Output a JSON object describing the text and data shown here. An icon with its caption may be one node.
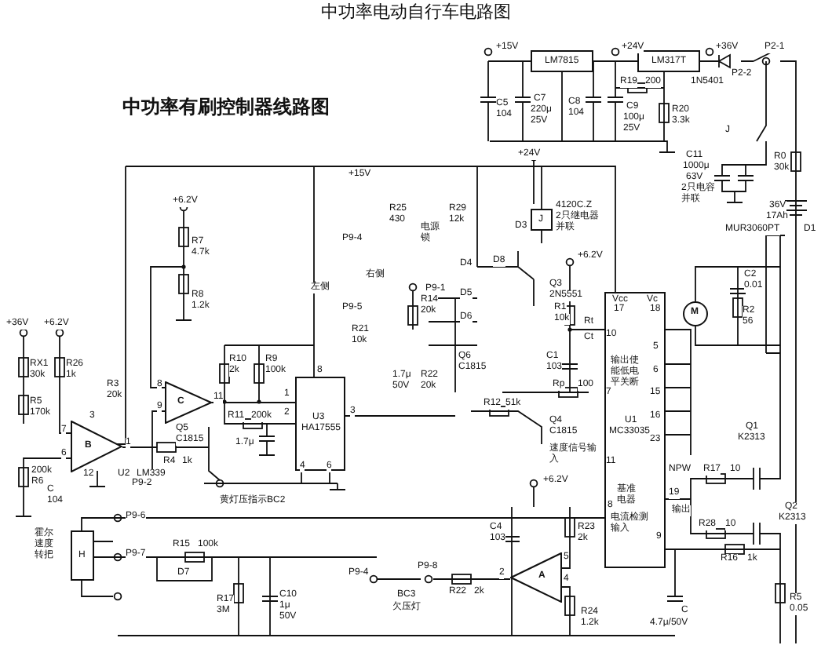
{
  "diagram": {
    "title": "中功率电动自行车电路图",
    "nodes": [
      {
        "text": [
          "LM7815"
        ]
      },
      {
        "text": [
          "LM317T"
        ]
      },
      {
        "text": [
          "J"
        ]
      },
      {
        "text": [
          "U3",
          "HA17555"
        ]
      },
      {
        "text": [
          "Vcc",
          "Vc",
          "输出使能低电平关断",
          "U1",
          "MC33035",
          "基准电器",
          "电流检测输入"
        ]
      },
      {
        "text": [
          "C"
        ]
      },
      {
        "text": [
          "B"
        ]
      },
      {
        "text": [
          "A"
        ]
      },
      {
        "text": [
          "H"
        ]
      },
      {
        "text": [
          "M"
        ]
      }
    ],
    "edges": [
      {
        "from": 0,
        "to": 1,
        "arrow": "none"
      },
      {
        "from": 5,
        "to": 3,
        "arrow": "none"
      }
    ],
    "labels": [
      "中功率有刷控制器线路图",
      "+15V",
      "C5",
      "104",
      "C7",
      "220μ",
      "25V",
      "C8",
      "104",
      "+24V",
      "R19",
      "200",
      "C9",
      "100μ",
      "25V",
      "R20",
      "3.3k",
      "+36V",
      "1N5401",
      "P2-2",
      "P2-1",
      "J",
      "+24V",
      "C11",
      "1000μ",
      "63V",
      "2只电容并联",
      "R0",
      "30k",
      "36V",
      "17Ah",
      "+15V",
      "R25",
      "430",
      "R29",
      "12k",
      "4120C.Z",
      "2只继电器并联",
      "+6.2V",
      "R7",
      "4.7k",
      "R8",
      "1.2k",
      "P9-4",
      "电源锁",
      "左侧",
      "右侧",
      "P9-5",
      "R14",
      "20k",
      "R21",
      "10k",
      "1.7μ",
      "50V",
      "P9-1",
      "D4",
      "D8",
      "D5",
      "D6",
      "D3",
      "Q3",
      "2N5551",
      "+6.2V",
      "R1",
      "10k",
      "Rt",
      "Ct",
      "Q6",
      "C1815",
      "C1",
      "103",
      "R22",
      "20k",
      "Rp",
      "100",
      "R12",
      "51k",
      "Q4",
      "C1815",
      "速度信号输入",
      "MUR3060PT",
      "D1",
      "C2",
      "0.01",
      "R2",
      "56",
      "Q1",
      "K2313",
      "+36V",
      "+6.2V",
      "RX1",
      "30k",
      "R26",
      "1k",
      "R5",
      "170k",
      "R3",
      "20k",
      "R10",
      "2k",
      "R9",
      "100k",
      "R11",
      "200k",
      "Q5",
      "C1815",
      "1.7μ",
      "U2",
      "LM339",
      "200k",
      "R6",
      "C",
      "104",
      "R4",
      "1k",
      "P9-2",
      "黄灯压指示BC2",
      "P9-6",
      "P9-7",
      "霍尔速度转把",
      "R15",
      "100k",
      "D7",
      "R17",
      "3M",
      "C10",
      "1μ",
      "50V",
      "P9-4",
      "BC3",
      "欠压灯",
      "P9-8",
      "R22",
      "2k",
      "C4",
      "103",
      "+6.2V",
      "R23",
      "2k",
      "R24",
      "1.2k",
      "NPW",
      "输出",
      "R17",
      "10",
      "R28",
      "10",
      "Q2",
      "K2313",
      "R16",
      "1k",
      "C",
      "4.7μ/50V",
      "R5",
      "0.05",
      "8",
      "1",
      "2",
      "3",
      "4",
      "6",
      "8",
      "9",
      "11",
      "7",
      "3",
      "1",
      "6",
      "12",
      "2",
      "5",
      "4",
      "17",
      "18",
      "10",
      "5",
      "6",
      "15",
      "16",
      "23",
      "7",
      "11",
      "8",
      "19",
      "9"
    ]
  }
}
